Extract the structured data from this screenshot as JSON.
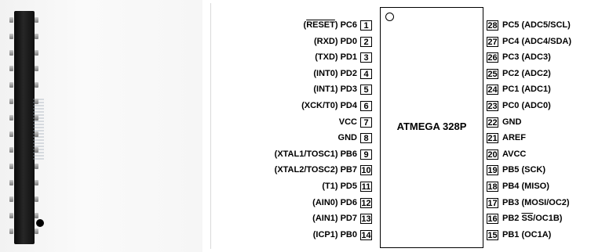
{
  "chip_name": "ATMEGA 328P",
  "left_pins": [
    {
      "num": "1",
      "pre": "(",
      "over": "RESET",
      "post": ") PC6"
    },
    {
      "num": "2",
      "label": "(RXD) PD0"
    },
    {
      "num": "3",
      "label": "(TXD) PD1"
    },
    {
      "num": "4",
      "label": "(INT0) PD2"
    },
    {
      "num": "5",
      "label": "(INT1) PD3"
    },
    {
      "num": "6",
      "label": "(XCK/T0) PD4"
    },
    {
      "num": "7",
      "label": "VCC"
    },
    {
      "num": "8",
      "label": "GND"
    },
    {
      "num": "9",
      "label": "(XTAL1/TOSC1) PB6"
    },
    {
      "num": "10",
      "label": "(XTAL2/TOSC2) PB7"
    },
    {
      "num": "11",
      "label": "(T1) PD5"
    },
    {
      "num": "12",
      "label": "(AIN0) PD6"
    },
    {
      "num": "13",
      "label": "(AIN1) PD7"
    },
    {
      "num": "14",
      "label": "(ICP1) PB0"
    }
  ],
  "right_pins": [
    {
      "num": "28",
      "label": "PC5 (ADC5/SCL)"
    },
    {
      "num": "27",
      "label": "PC4 (ADC4/SDA)"
    },
    {
      "num": "26",
      "label": "PC3 (ADC3)"
    },
    {
      "num": "25",
      "label": "PC2 (ADC2)"
    },
    {
      "num": "24",
      "label": "PC1 (ADC1)"
    },
    {
      "num": "23",
      "label": "PC0 (ADC0)"
    },
    {
      "num": "22",
      "label": "GND"
    },
    {
      "num": "21",
      "label": "AREF"
    },
    {
      "num": "20",
      "label": "AVCC"
    },
    {
      "num": "19",
      "label": "PB5 (SCK)"
    },
    {
      "num": "18",
      "label": "PB4 (MISO)"
    },
    {
      "num": "17",
      "label": "PB3 (MOSI/OC2)"
    },
    {
      "num": "16",
      "pre": "PB2 ",
      "over": "SS",
      "post": "/OC1B)"
    },
    {
      "num": "15",
      "label": "PB1 (OC1A)"
    }
  ]
}
